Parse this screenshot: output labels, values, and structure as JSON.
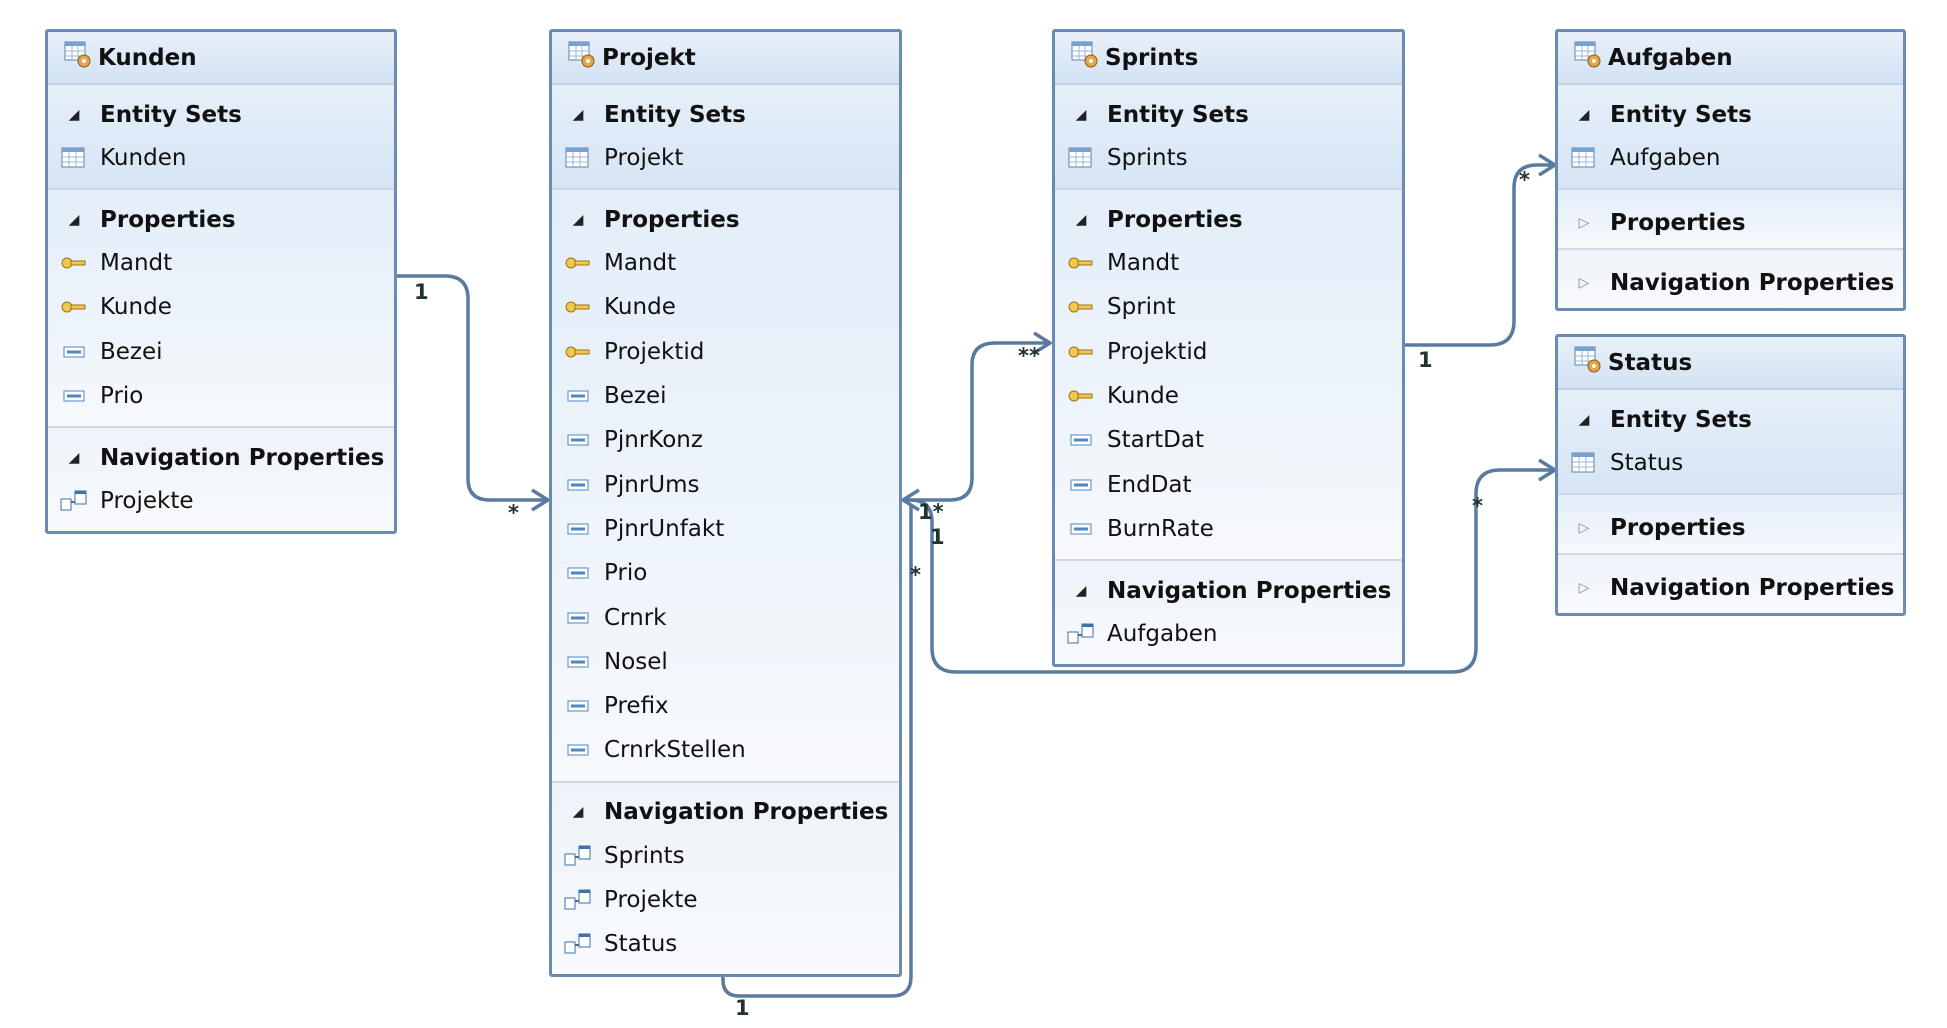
{
  "entities": {
    "kunden": {
      "title": "Kunden",
      "entity_sets_label": "Entity Sets",
      "entity_set": "Kunden",
      "properties_label": "Properties",
      "properties": [
        {
          "name": "Mandt",
          "key": true
        },
        {
          "name": "Kunde",
          "key": true
        },
        {
          "name": "Bezei",
          "key": false
        },
        {
          "name": "Prio",
          "key": false
        }
      ],
      "nav_label": "Navigation Properties",
      "nav": [
        "Projekte"
      ]
    },
    "projekt": {
      "title": "Projekt",
      "entity_sets_label": "Entity Sets",
      "entity_set": "Projekt",
      "properties_label": "Properties",
      "properties": [
        {
          "name": "Mandt",
          "key": true
        },
        {
          "name": "Kunde",
          "key": true
        },
        {
          "name": "Projektid",
          "key": true
        },
        {
          "name": "Bezei",
          "key": false
        },
        {
          "name": "PjnrKonz",
          "key": false
        },
        {
          "name": "PjnrUms",
          "key": false
        },
        {
          "name": "PjnrUnfakt",
          "key": false
        },
        {
          "name": "Prio",
          "key": false
        },
        {
          "name": "Crnrk",
          "key": false
        },
        {
          "name": "Nosel",
          "key": false
        },
        {
          "name": "Prefix",
          "key": false
        },
        {
          "name": "CrnrkStellen",
          "key": false
        }
      ],
      "nav_label": "Navigation Properties",
      "nav": [
        "Sprints",
        "Projekte",
        "Status"
      ]
    },
    "sprints": {
      "title": "Sprints",
      "entity_sets_label": "Entity Sets",
      "entity_set": "Sprints",
      "properties_label": "Properties",
      "properties": [
        {
          "name": "Mandt",
          "key": true
        },
        {
          "name": "Sprint",
          "key": true
        },
        {
          "name": "Projektid",
          "key": true
        },
        {
          "name": "Kunde",
          "key": true
        },
        {
          "name": "StartDat",
          "key": false
        },
        {
          "name": "EndDat",
          "key": false
        },
        {
          "name": "BurnRate",
          "key": false
        }
      ],
      "nav_label": "Navigation Properties",
      "nav": [
        "Aufgaben"
      ]
    },
    "aufgaben": {
      "title": "Aufgaben",
      "entity_sets_label": "Entity Sets",
      "entity_set": "Aufgaben",
      "properties_label": "Properties",
      "nav_label": "Navigation Properties"
    },
    "status": {
      "title": "Status",
      "entity_sets_label": "Entity Sets",
      "entity_set": "Status",
      "properties_label": "Properties",
      "nav_label": "Navigation Properties"
    }
  },
  "multiplicities": [
    "1",
    "*",
    "**",
    "1*",
    "1",
    "*",
    "*",
    "1",
    "*",
    "1"
  ],
  "colors": {
    "connector": "#5b7aa0",
    "border": "#6a8cb4"
  }
}
